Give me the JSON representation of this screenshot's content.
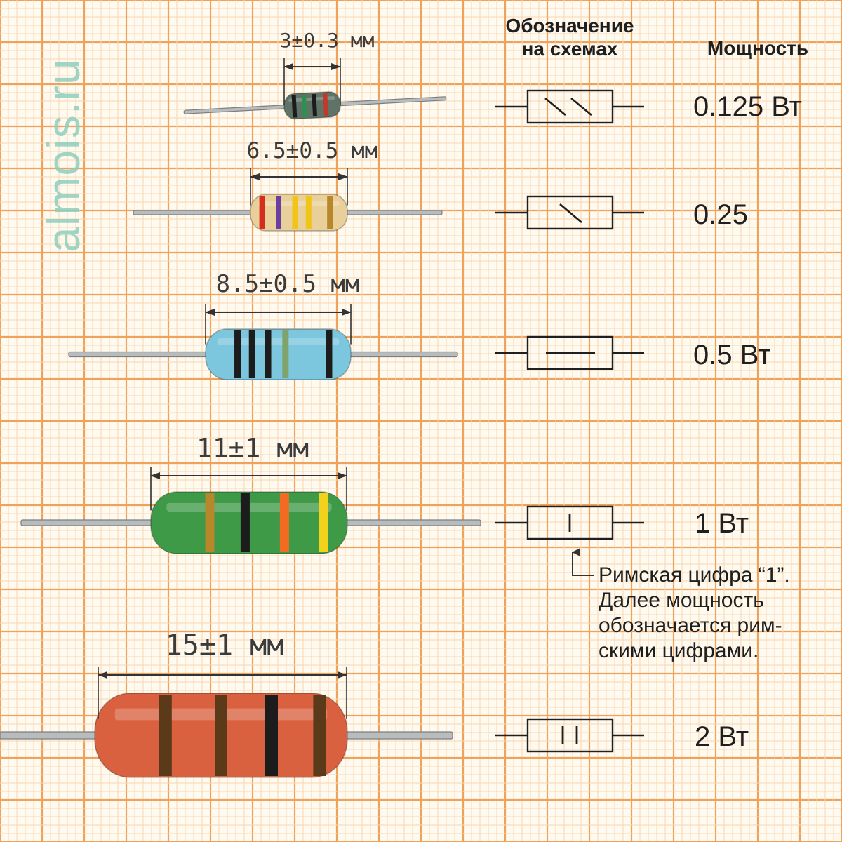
{
  "watermark": "almois.ru",
  "headers": {
    "symbol_line1": "Обозначение",
    "symbol_line2": "на схемах",
    "power": "Мощность"
  },
  "resistors": [
    {
      "size": "3±0.3 мм",
      "power": "0.125 Вт",
      "body_color": "#5f7466",
      "bands": [
        "#1c1c1c",
        "#2f8f4f",
        "#1c1c1c",
        "#c0392b"
      ],
      "symbol": "double-slash"
    },
    {
      "size": "6.5±0.5 мм",
      "power": "0.25",
      "body_color": "#e9d09a",
      "bands": [
        "#d62d20",
        "#6a3fa0",
        "#f0c419",
        "#f0c419",
        "#b8862b"
      ],
      "symbol": "single-slash"
    },
    {
      "size": "8.5±0.5 мм",
      "power": "0.5 Вт",
      "body_color": "#7cc6de",
      "bands": [
        "#1c1c1c",
        "#1c1c1c",
        "#1c1c1c",
        "#7fa36a",
        "#1c1c1c"
      ],
      "symbol": "horizontal-line"
    },
    {
      "size": "11±1 мм",
      "power": "1 Вт",
      "body_color": "#3f9a48",
      "bands": [
        "#b8862b",
        "#1c1c1c",
        "#f26b21",
        "#f2d21b"
      ],
      "symbol": "roman-one"
    },
    {
      "size": "15±1 мм",
      "power": "2 Вт",
      "body_color": "#d9613f",
      "bands": [
        "#5b3a1a",
        "#5b3a1a",
        "#1c1c1c",
        "#5b3a1a"
      ],
      "symbol": "roman-two"
    }
  ],
  "note": {
    "text": "Римская цифра “1”. Далее мощность обозначается рим-скими цифрами."
  }
}
